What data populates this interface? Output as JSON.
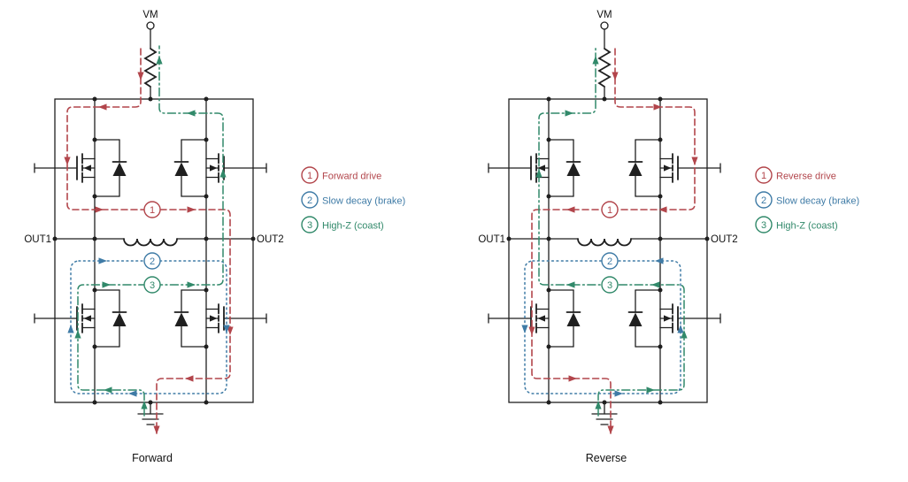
{
  "colors": {
    "red": "#b2454b",
    "blue": "#3f7ba6",
    "green": "#31896a"
  },
  "diagrams": [
    {
      "vm": "VM",
      "out1": "OUT1",
      "out2": "OUT2",
      "caption": "Forward",
      "legend": [
        {
          "num": "1",
          "label": "Forward drive"
        },
        {
          "num": "2",
          "label": "Slow decay (brake)"
        },
        {
          "num": "3",
          "label": "High-Z (coast)"
        }
      ]
    },
    {
      "vm": "VM",
      "out1": "OUT1",
      "out2": "OUT2",
      "caption": "Reverse",
      "legend": [
        {
          "num": "1",
          "label": "Reverse drive"
        },
        {
          "num": "2",
          "label": "Slow decay (brake)"
        },
        {
          "num": "3",
          "label": "High-Z (coast)"
        }
      ]
    }
  ]
}
